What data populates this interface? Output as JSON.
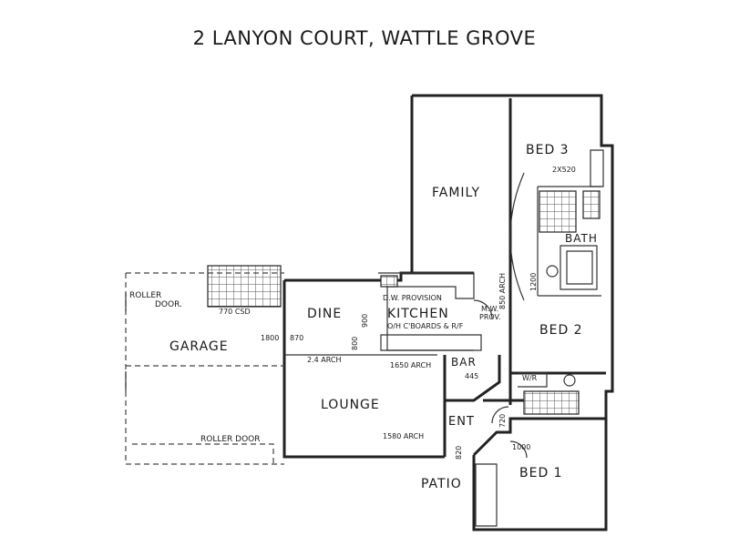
{
  "title": "2 LANYON COURT,  WATTLE GROVE",
  "rooms": {
    "family": "FAMILY",
    "bed3": "BED 3",
    "bath": "BATH",
    "bed2": "BED 2",
    "bed1": "BED 1",
    "dine": "DINE",
    "kitchen": "KITCHEN",
    "garage": "GARAGE",
    "lounge": "LOUNGE",
    "ent": "ENT",
    "patio": "PATIO",
    "bar": "BAR"
  },
  "notes": {
    "roller_door_top": "ROLLER",
    "roller_door_top2": "DOOR.",
    "roller_door_bottom": "ROLLER DOOR",
    "csd_770": "770 CSD",
    "dw_provision": "D.W. PROVISION",
    "mw_prov": "M.W.",
    "mw_prov2": "PROV.",
    "oh_cboards": "O/H C'BOARDS & R/F",
    "arch_24": "2.4 ARCH",
    "arch_1650": "1650 ARCH",
    "arch_1580": "1580 ARCH",
    "arch_850": "850 ARCH",
    "dim_1800": "1800",
    "dim_870": "870",
    "dim_800": "800",
    "dim_900": "900",
    "dim_445": "445",
    "dim_1200": "1200",
    "dim_2x520": "2X520",
    "wr": "W/R",
    "dim_720": "720",
    "dim_820": "820",
    "dim_1000": "1000"
  }
}
